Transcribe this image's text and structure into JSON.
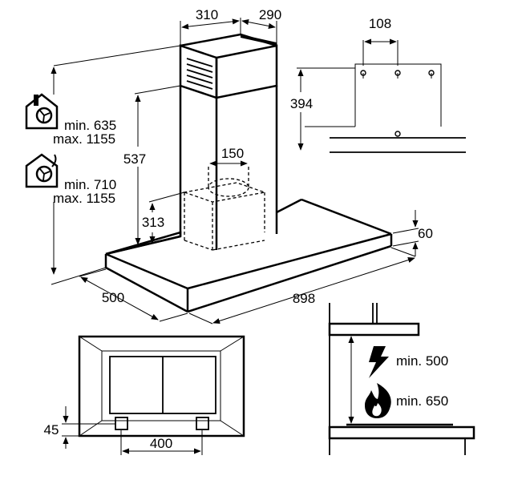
{
  "dimensions": {
    "chimney_width": "310",
    "chimney_depth": "290",
    "bracket_spacing": "108",
    "bracket_height": "394",
    "chimney_inner": "537",
    "outlet_diameter": "150",
    "filter_box_height": "313",
    "canopy_thickness": "60",
    "canopy_depth": "500",
    "canopy_width": "898",
    "filter_offset": "45",
    "filter_spacing": "400"
  },
  "installation": {
    "extraction_mode": {
      "min": "min. 635",
      "max": "max. 1155",
      "icon": "extraction-icon"
    },
    "recirculation_mode": {
      "min": "min. 710",
      "max": "max. 1155",
      "icon": "recirculation-icon"
    }
  },
  "clearance": {
    "electric": {
      "text": "min. 500",
      "icon": "lightning-icon"
    },
    "gas": {
      "text": "min. 650",
      "icon": "flame-icon"
    }
  }
}
